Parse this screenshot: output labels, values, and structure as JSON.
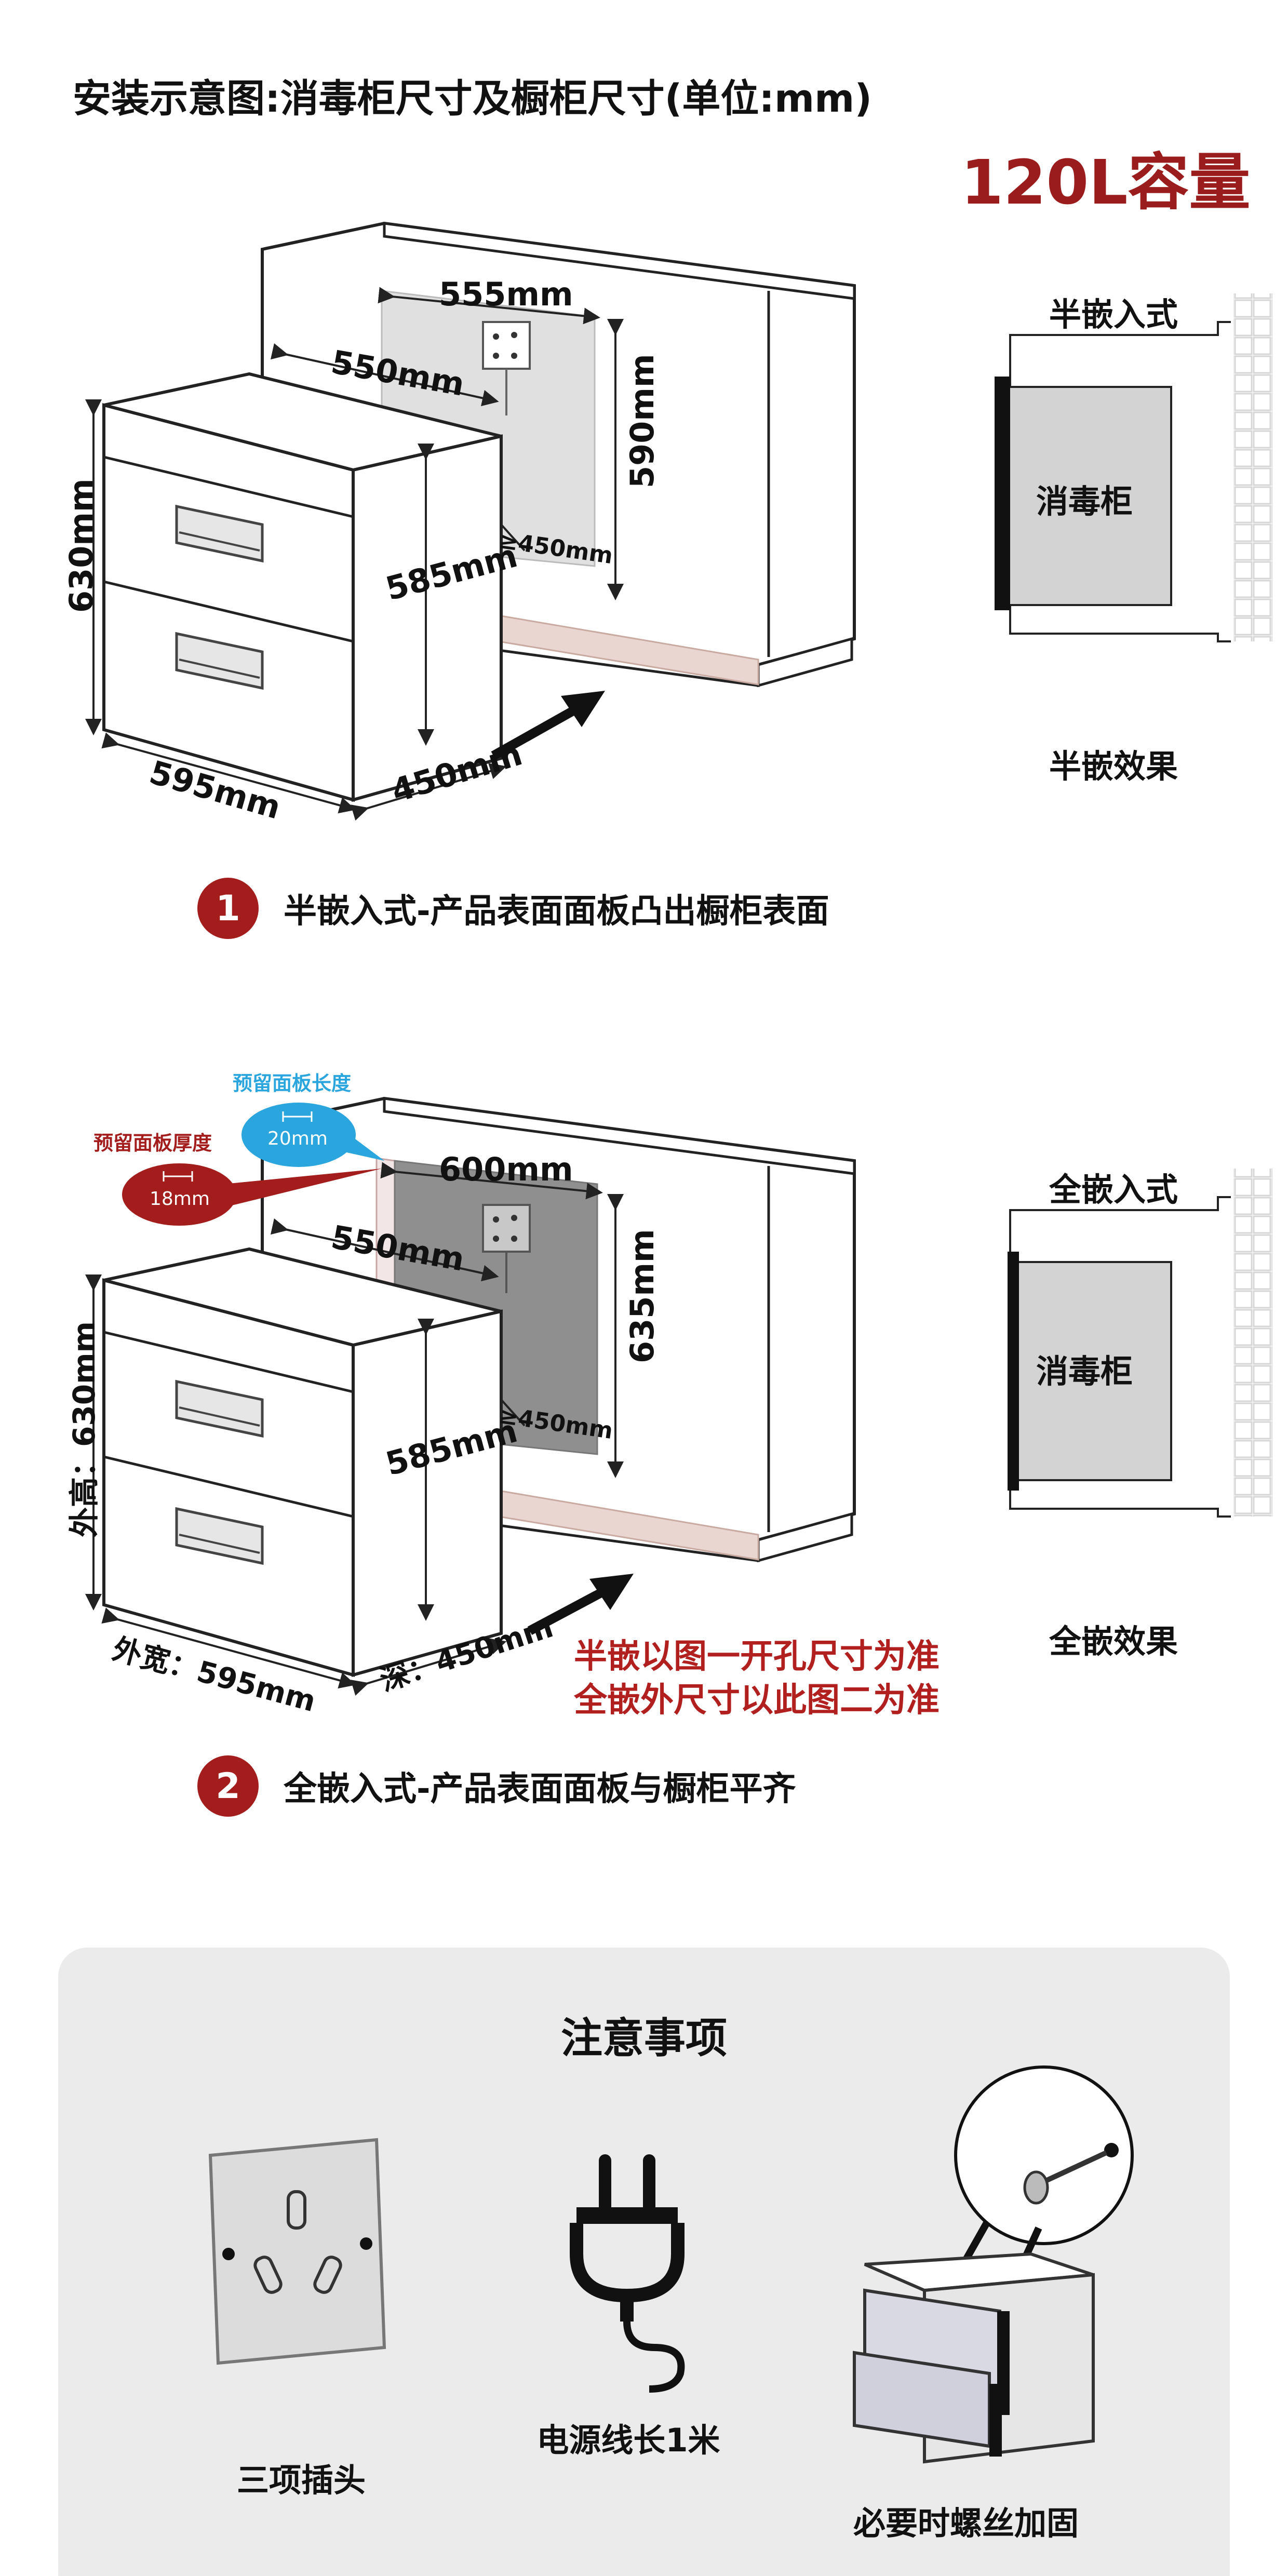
{
  "header": {
    "title": "安装示意图:消毒柜尺寸及橱柜尺寸(单位:mm)",
    "capacity": "120L容量"
  },
  "section1": {
    "dims": {
      "cutout_width": "555mm",
      "depth_top": "550mm",
      "cutout_height": "590mm",
      "min_depth": "≥450mm",
      "outer_height": "630mm",
      "inner_height": "585mm",
      "outer_width": "595mm",
      "outer_depth": "450mm"
    },
    "side_title": "半嵌入式",
    "cabinet_label": "消毒柜",
    "effect_caption": "半嵌效果",
    "step_number": "1",
    "step_text": "半嵌入式-产品表面面板凸出橱柜表面"
  },
  "section2": {
    "reserve_length_label": "预留面板长度",
    "reserve_length_value": "20mm",
    "reserve_thickness_label": "预留面板厚度",
    "reserve_thickness_value": "18mm",
    "dims": {
      "cutout_width": "600mm",
      "depth_top": "550mm",
      "cutout_height": "635mm",
      "min_depth": "≥450mm",
      "outer_height": "外高：630mm",
      "inner_height": "585mm",
      "outer_width": "外宽：595mm",
      "outer_depth": "深：450mm"
    },
    "side_title": "全嵌入式",
    "cabinet_label": "消毒柜",
    "effect_caption": "全嵌效果",
    "note_line1": "半嵌以图一开孔尺寸为准",
    "note_line2": "全嵌外尺寸以此图二为准",
    "step_number": "2",
    "step_text": "全嵌入式-产品表面面板与橱柜平齐"
  },
  "notice": {
    "title": "注意事项",
    "items": [
      {
        "icon": "socket-icon",
        "label": "三项插头"
      },
      {
        "icon": "plug-icon",
        "label": "电源线长1米"
      },
      {
        "icon": "screw-cabinet-icon",
        "label": "必要时螺丝加固"
      }
    ]
  },
  "colors": {
    "accent_red": "#a31d1d",
    "accent_blue": "#2aa5de",
    "panel_gray": "#ebebeb"
  }
}
